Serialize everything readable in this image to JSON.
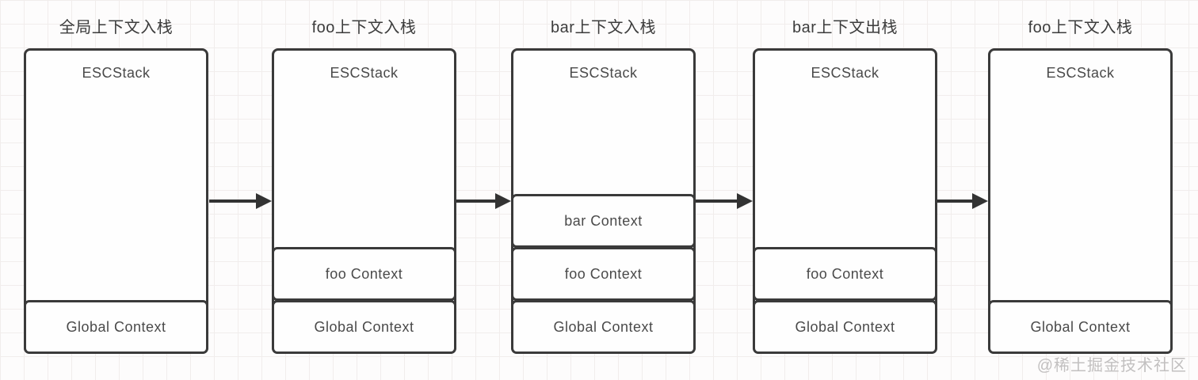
{
  "diagram": {
    "panels": [
      {
        "title": "全局上下文入栈",
        "stack_label": "ESCStack",
        "frames": [
          "Global Context"
        ]
      },
      {
        "title": "foo上下文入栈",
        "stack_label": "ESCStack",
        "frames": [
          "foo Context",
          "Global Context"
        ]
      },
      {
        "title": "bar上下文入栈",
        "stack_label": "ESCStack",
        "frames": [
          "bar Context",
          "foo Context",
          "Global Context"
        ]
      },
      {
        "title": "bar上下文出栈",
        "stack_label": "ESCStack",
        "frames": [
          "foo Context",
          "Global Context"
        ]
      },
      {
        "title": "foo上下文入栈",
        "stack_label": "ESCStack",
        "frames": [
          "Global Context"
        ]
      }
    ],
    "arrow_count": 4,
    "watermark": "@稀土掘金技术社区",
    "colors": {
      "border": "#3a3a3a",
      "text": "#4a4a4a",
      "title": "#3c3c3c",
      "arrow": "#333333",
      "grid_line": "#f1edec",
      "background": "#fdfcfc",
      "watermark": "#c2c0c0"
    }
  }
}
